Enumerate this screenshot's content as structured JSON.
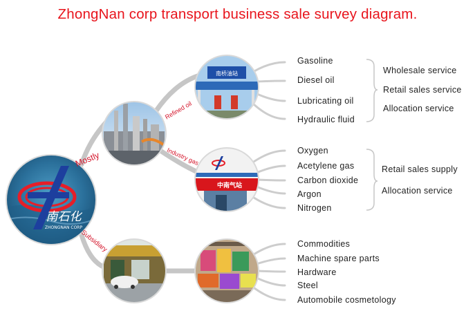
{
  "title": "ZhongNan corp transport business sale survey diagram.",
  "colors": {
    "title": "#e8141c",
    "branch_label": "#d4142a",
    "connector": "#c6c6c6",
    "text": "#222222"
  },
  "logo": {
    "chinese_text": "南石化",
    "english_text": "ZHONGNAN CORP"
  },
  "branches": {
    "mostly": "Mostly",
    "refined_oil": "Refined oil",
    "industry_gas": "Industry gas",
    "subsidiary": "Subsidiary"
  },
  "refined_oil": {
    "sign_text": "南桥油站",
    "items": [
      "Gasoline",
      "Diesel oil",
      "Lubricating oil",
      "Hydraulic fluid"
    ],
    "services": [
      "Wholesale service",
      "Retail sales service",
      "Allocation service"
    ]
  },
  "industry_gas": {
    "sign_text": "中南气站",
    "items": [
      "Oxygen",
      "Acetylene gas",
      "Carbon dioxide",
      "Argon",
      "Nitrogen"
    ],
    "services": [
      "Retail sales supply",
      "Allocation service"
    ]
  },
  "subsidiary": {
    "items": [
      "Commodities",
      "Machine spare parts",
      "Hardware",
      "Steel",
      "Automobile cosmetology"
    ]
  }
}
